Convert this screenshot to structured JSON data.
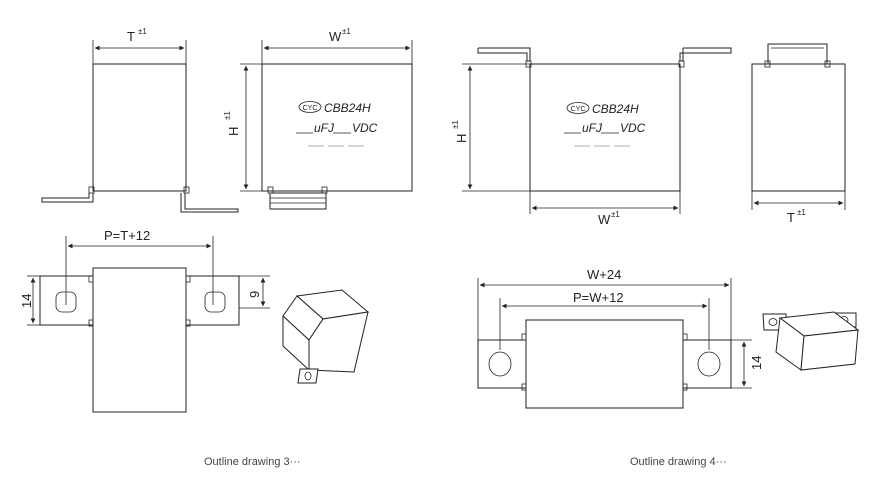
{
  "drawing3": {
    "thickness_label": "T",
    "width_label": "W",
    "height_label": "H",
    "tolerance": "±1",
    "brand_badge": "CYC",
    "model": "CBB24H",
    "unit_capacitance": "uFJ",
    "unit_voltage": "VDC",
    "pitch_label": "P=T+12",
    "tab_height": "14",
    "hole_size": "9",
    "caption": "Outline drawing 3···"
  },
  "drawing4": {
    "width_label": "W",
    "height_label": "H",
    "thickness_label": "T",
    "tolerance": "±1",
    "brand_badge": "CYC",
    "model": "CBB24H",
    "unit_capacitance": "uFJ",
    "unit_voltage": "VDC",
    "overall_label": "W+24",
    "pitch_label": "P=W+12",
    "tab_height": "14",
    "caption": "Outline drawing 4···"
  }
}
